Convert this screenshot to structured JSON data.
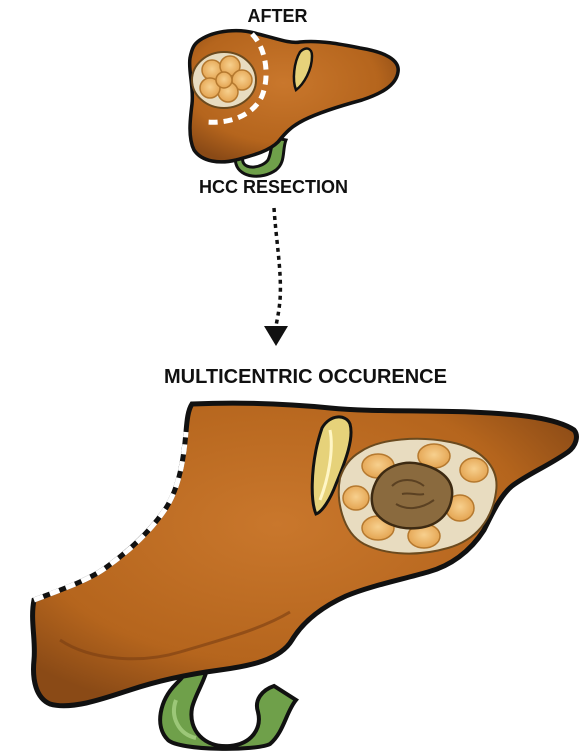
{
  "labels": {
    "after": "AFTER",
    "resection": "HCC RESECTION",
    "multicentric": "MULTICENTRIC OCCURENCE"
  },
  "colors": {
    "liver": "#b5651d",
    "liver_shade": "#7a3e12",
    "gallbladder": "#e6d27a",
    "duct": "#6fa04a",
    "tumor_nodule": "#f0b96a",
    "tumor_capsule": "#e8dcc0",
    "central_mass": "#8a6a3e"
  },
  "icons": [
    "liver-after-resection-icon",
    "dotted-arrow-icon",
    "liver-multicentric-icon"
  ]
}
